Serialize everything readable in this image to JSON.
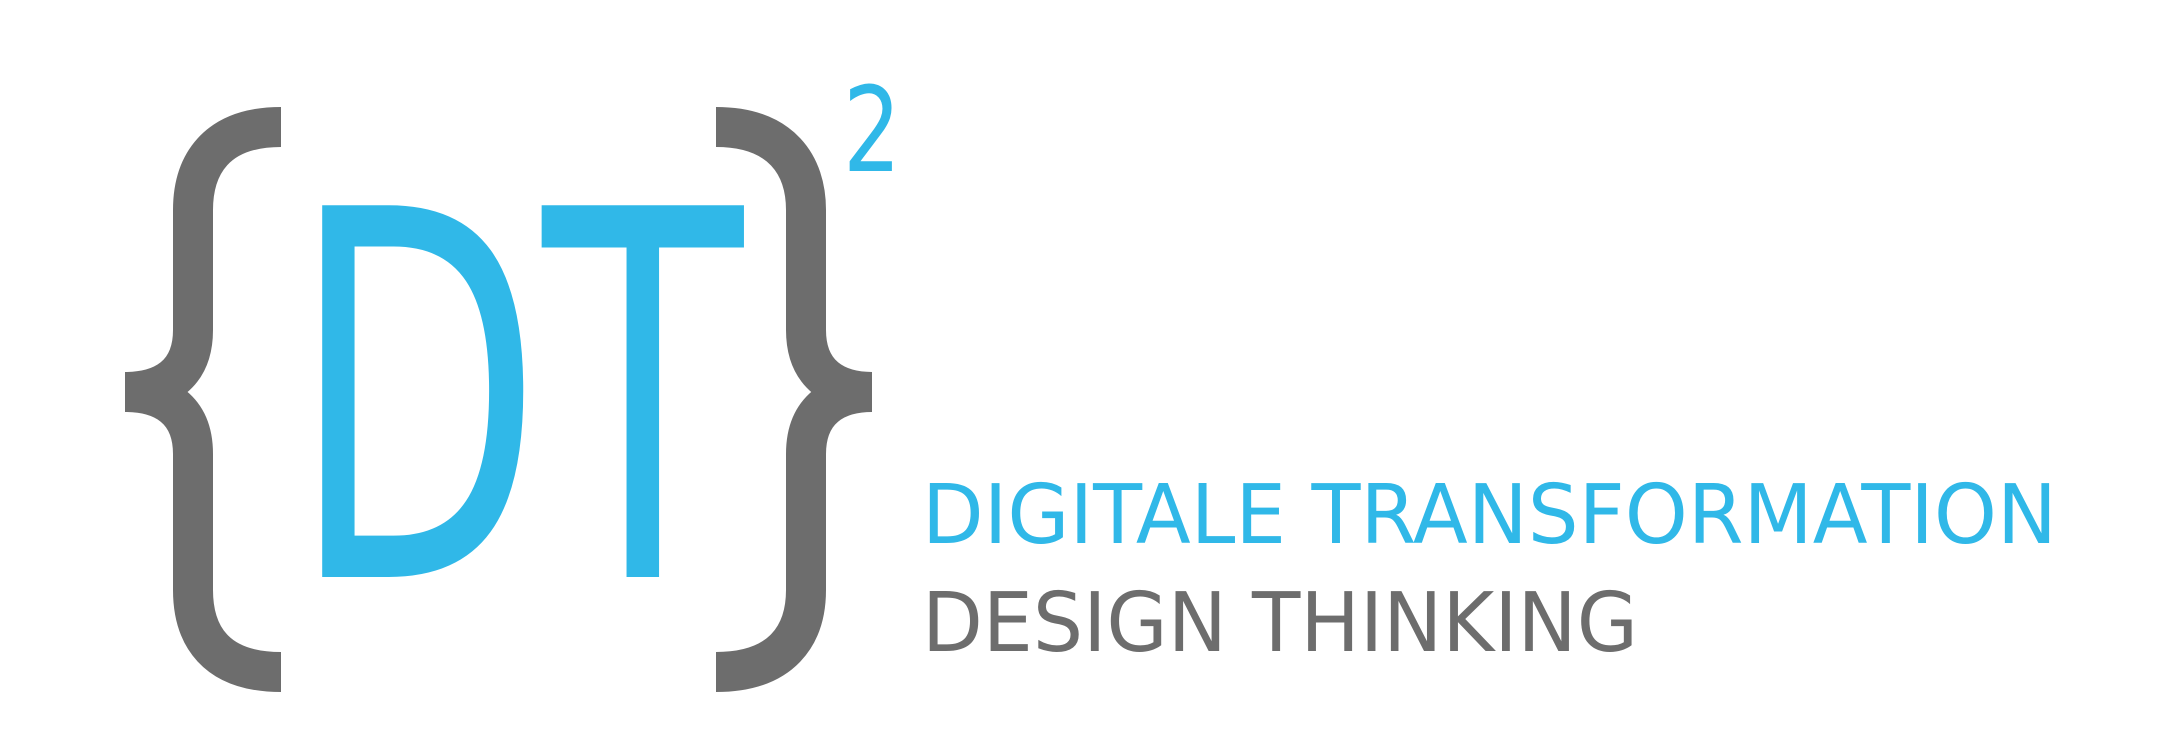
{
  "logo": {
    "mark_letters": "DT",
    "superscript": "2",
    "line1": "DIGITALE TRANSFORMATION",
    "line2": "DESIGN THINKING"
  },
  "colors": {
    "accent": "#30B8E8",
    "gray": "#6D6D6D",
    "background": "#FFFFFF"
  }
}
